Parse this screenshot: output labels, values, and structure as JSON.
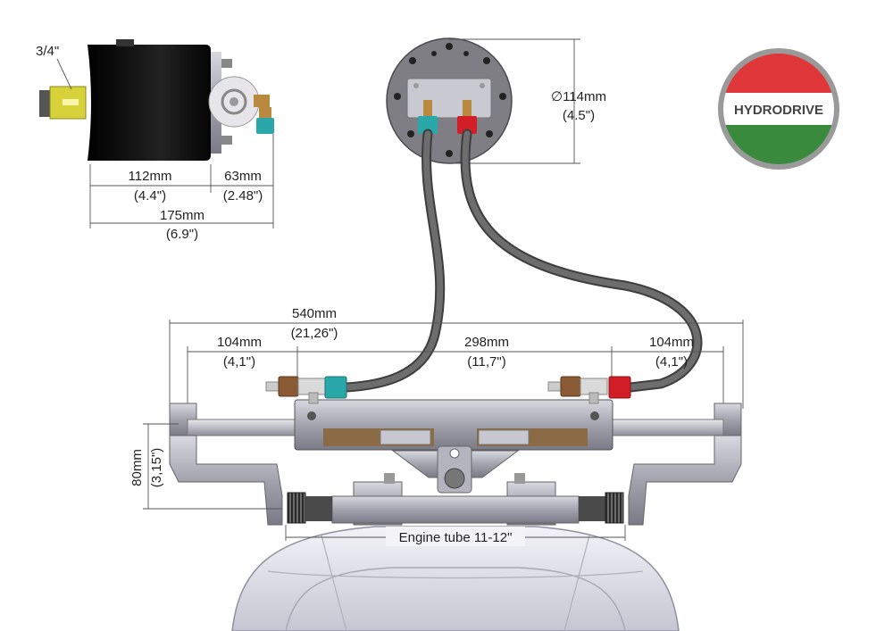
{
  "dimensions": {
    "fitting_size": "3/4\"",
    "pump_body_mm": "112mm",
    "pump_body_in": "(4.4\")",
    "pump_rear_mm": "63mm",
    "pump_rear_in": "(2.48\")",
    "pump_total_mm": "175mm",
    "pump_total_in": "(6.9\")",
    "pump_diameter_mm": "∅114mm",
    "pump_diameter_in": "(4.5\")",
    "cylinder_total_mm": "540mm",
    "cylinder_total_in": "(21,26\")",
    "cylinder_left_mm": "104mm",
    "cylinder_left_in": "(4,1\")",
    "cylinder_mid_mm": "298mm",
    "cylinder_mid_in": "(11,7\")",
    "cylinder_right_mm": "104mm",
    "cylinder_right_in": "(4,1\")",
    "bracket_height_mm": "80mm",
    "bracket_height_in": "(3,15\")",
    "engine_tube": "Engine tube 11-12\""
  },
  "logo": {
    "text": "HYDRODRIVE",
    "colors": {
      "red": "#e0383a",
      "white": "#ffffff",
      "green": "#3a8a3e",
      "ring": "#9a9a9a"
    }
  },
  "colors": {
    "pump_body": "#111111",
    "brass": "#b8893e",
    "teal_fitting": "#2aa7a8",
    "red_fitting": "#d21f27",
    "hose": "#5a5a5a",
    "steel": "#a9a9b4"
  }
}
